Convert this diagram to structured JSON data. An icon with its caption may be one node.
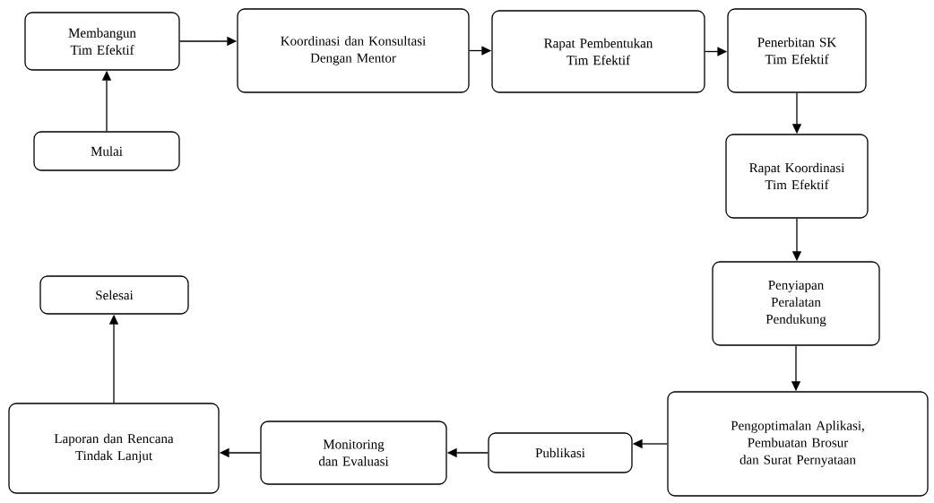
{
  "diagram": {
    "nodes": [
      {
        "text": [
          "Membangun Tim Efektif"
        ]
      },
      {
        "text": [
          "Mulai"
        ]
      },
      {
        "text": [
          "Koordinasi dan Konsultasi Dengan Mentor"
        ]
      },
      {
        "text": [
          "Rapat Pembentukan Tim Efektif"
        ]
      },
      {
        "text": [
          "Penerbitan SK Tim Efektif"
        ]
      },
      {
        "text": [
          "Rapat Koordinasi Tim Efektif"
        ]
      },
      {
        "text": [
          "Penyiapan Peralatan Pendukung"
        ]
      },
      {
        "text": [
          "Pengoptimalan Aplikasi, Pembuatan Brosur dan Surat Pernyataan"
        ]
      },
      {
        "text": [
          "Publikasi"
        ]
      },
      {
        "text": [
          "Monitoring dan Evaluasi"
        ]
      },
      {
        "text": [
          "Laporan dan Rencana Tindak Lanjut"
        ]
      },
      {
        "text": [
          "Selesai"
        ]
      }
    ],
    "edges": [
      {
        "from": 1,
        "to": 0,
        "arrow": "to"
      },
      {
        "from": 0,
        "to": 2,
        "arrow": "to"
      },
      {
        "from": 2,
        "to": 3,
        "arrow": "to"
      },
      {
        "from": 3,
        "to": 4,
        "arrow": "to"
      },
      {
        "from": 4,
        "to": 5,
        "arrow": "to"
      },
      {
        "from": 5,
        "to": 6,
        "arrow": "to"
      },
      {
        "from": 6,
        "to": 7,
        "arrow": "to"
      },
      {
        "from": 7,
        "to": 8,
        "arrow": "to"
      },
      {
        "from": 8,
        "to": 9,
        "arrow": "to"
      },
      {
        "from": 9,
        "to": 10,
        "arrow": "to"
      },
      {
        "from": 10,
        "to": 11,
        "arrow": "to"
      }
    ]
  }
}
